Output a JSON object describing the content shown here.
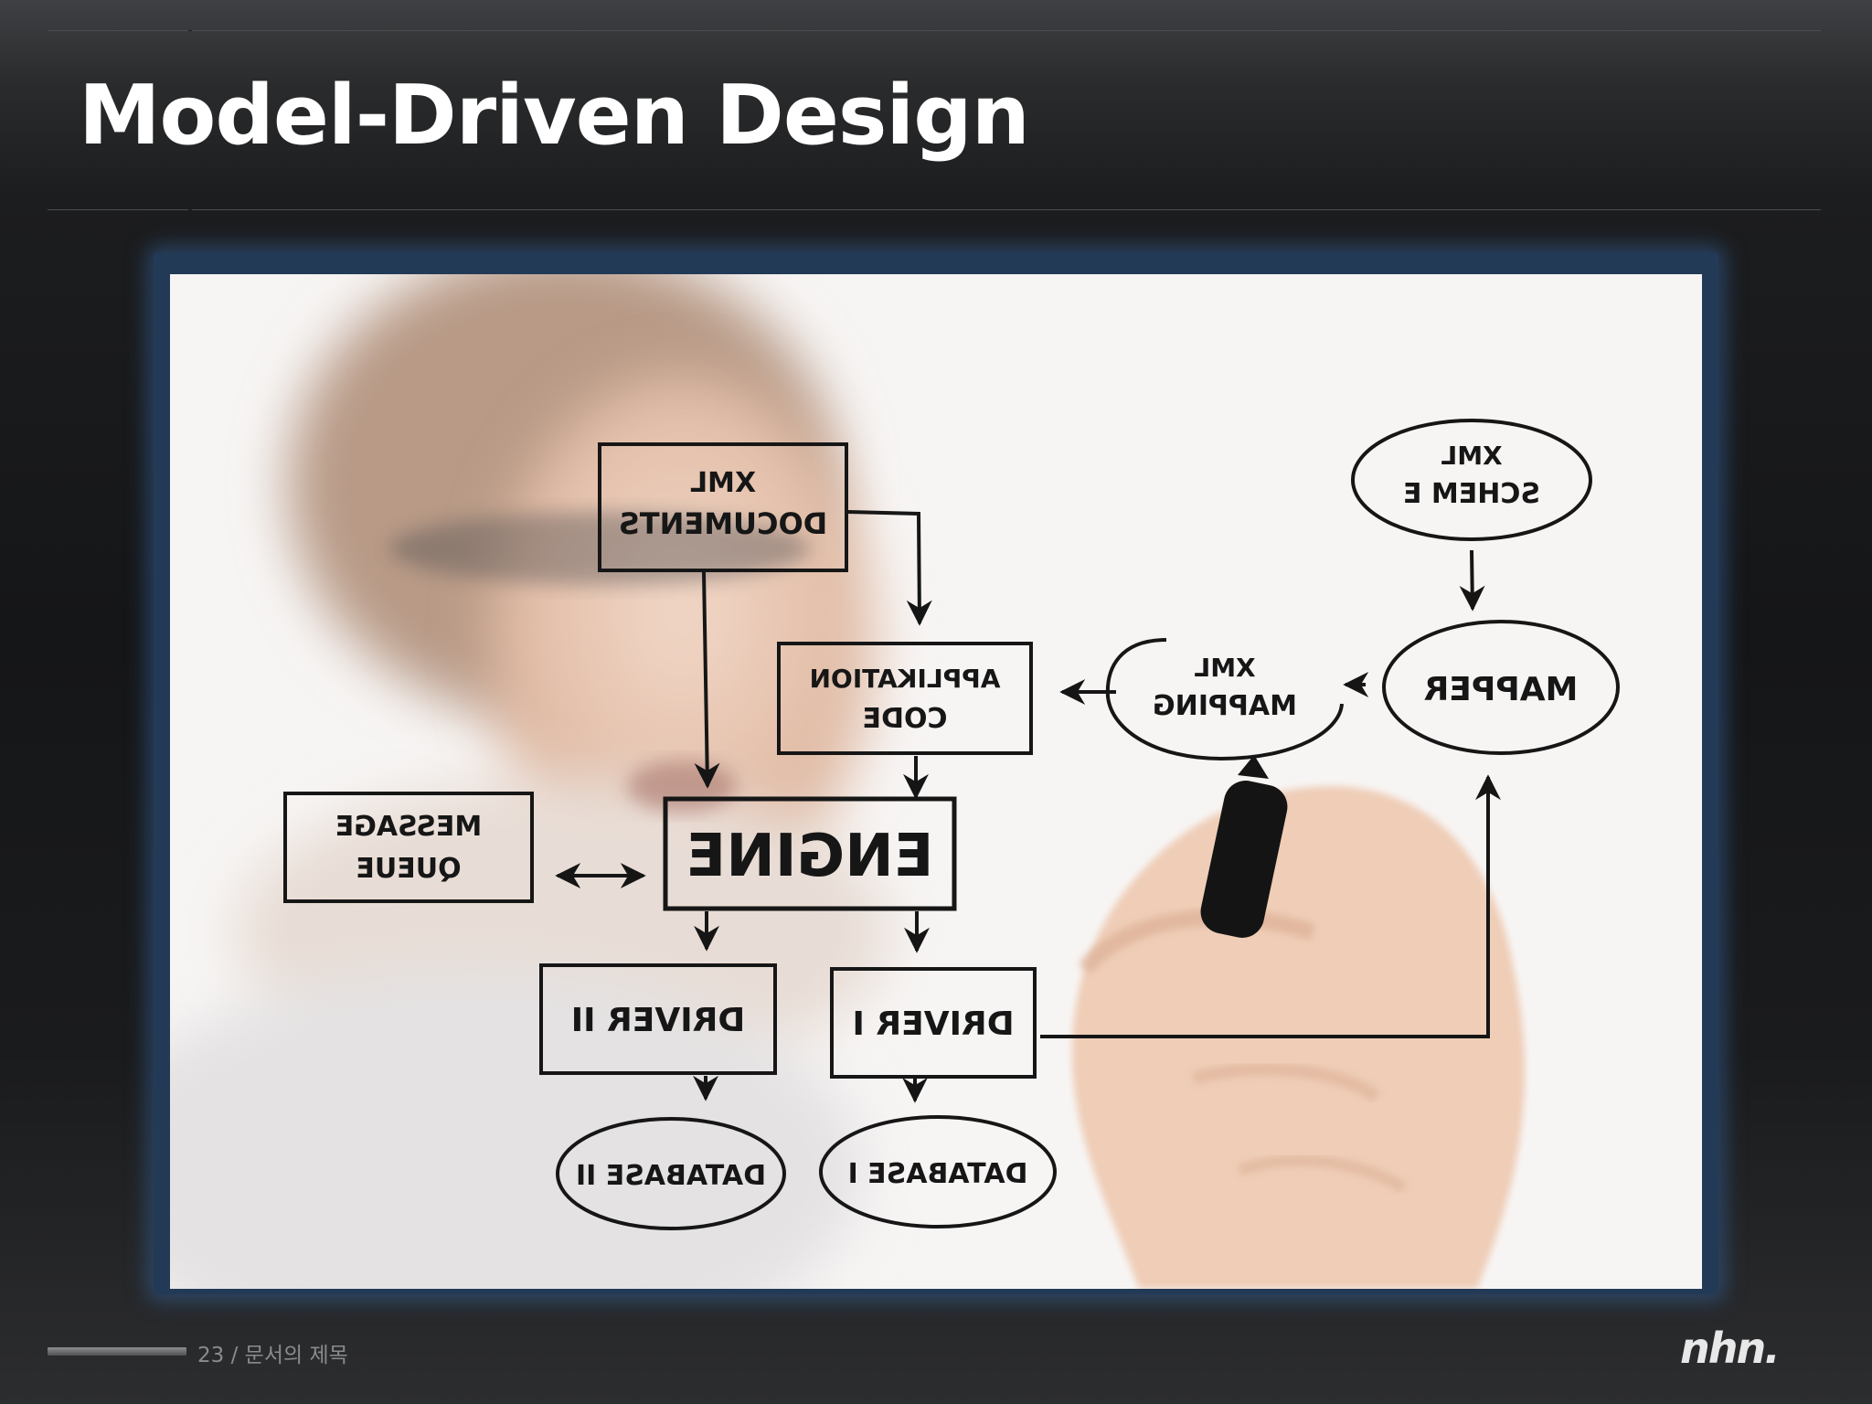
{
  "slide": {
    "title": "Model-Driven Design",
    "footer": {
      "page_number": "23",
      "separator": " / ",
      "doc_title": "문서의 제목"
    },
    "logo": "nhn."
  },
  "diagram": {
    "boxes": [
      {
        "id": "xml-documents",
        "lines": [
          "XML",
          "DOCUMENTS"
        ]
      },
      {
        "id": "application-code",
        "lines": [
          "APPLIKATION",
          "CODE"
        ]
      },
      {
        "id": "message-queue",
        "lines": [
          "MESSAGE",
          "QUEUE"
        ]
      },
      {
        "id": "engine",
        "lines": [
          "ENGINE"
        ]
      },
      {
        "id": "driver-2",
        "lines": [
          "DRIVER II"
        ]
      },
      {
        "id": "driver-1",
        "lines": [
          "DRIVER I"
        ]
      }
    ],
    "ellipses": [
      {
        "id": "xml-schema",
        "lines": [
          "XML",
          "SCHEM E"
        ]
      },
      {
        "id": "mapper",
        "lines": [
          "MAPPER"
        ]
      },
      {
        "id": "xml-mapping",
        "lines": [
          "XML",
          "MAPPING"
        ]
      },
      {
        "id": "database-2",
        "lines": [
          "DATABASE II"
        ]
      },
      {
        "id": "database-1",
        "lines": [
          "DATABASE I"
        ]
      }
    ]
  }
}
